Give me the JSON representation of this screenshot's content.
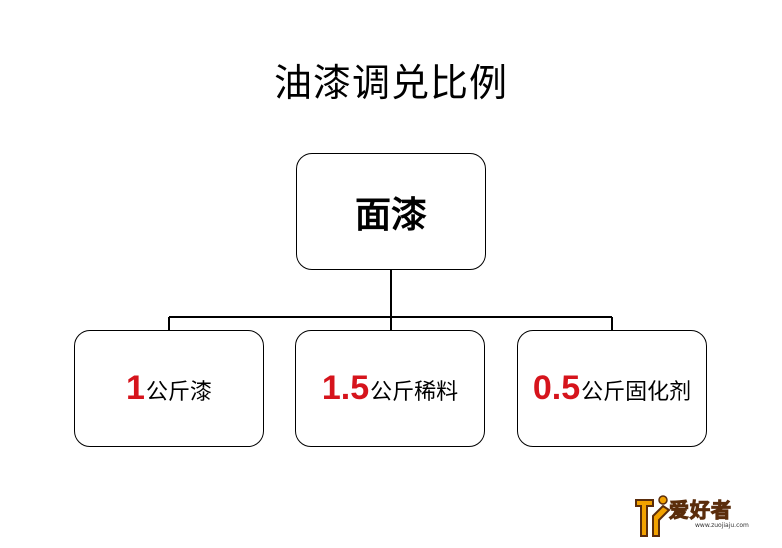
{
  "title": "油漆调兑比例",
  "root": {
    "label": "面漆"
  },
  "children": [
    {
      "quantity": "1",
      "unit": "公斤漆"
    },
    {
      "quantity": "1.5",
      "unit": "公斤稀料"
    },
    {
      "quantity": "0.5",
      "unit": "公斤固化剂"
    }
  ],
  "colors": {
    "quantity": "#d6141c",
    "line": "#000000",
    "logo": "#f2a200"
  },
  "watermark": {
    "text": "爱好者",
    "url": "www.zuojiaju.com",
    "icon": "carpenter-logo-icon"
  }
}
